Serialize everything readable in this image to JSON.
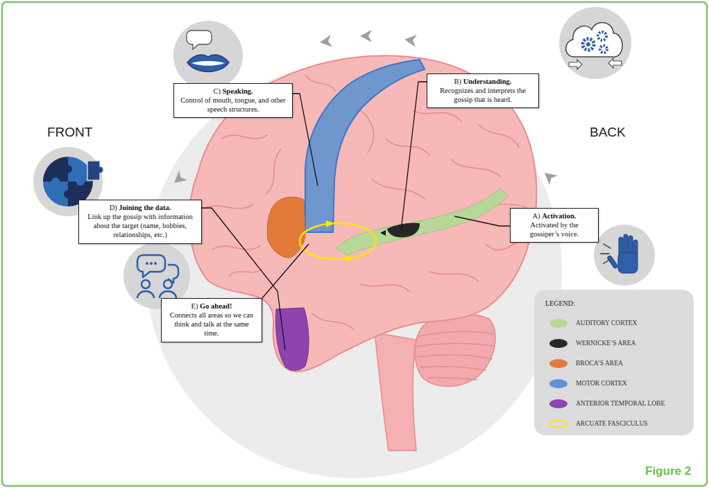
{
  "diagram": {
    "caption": "Figure 2",
    "nodes": [
      {
        "text": [
          "C) Speaking.",
          "Control of mouth, tongue, and other speech structures."
        ]
      },
      {
        "text": [
          "B) Understanding.",
          "Recognizes and interprets the gossip that is heard."
        ]
      },
      {
        "text": [
          "D) Joining the data.",
          "Link up the gossip with information about the target (name, hobbies, relationships, etc.)"
        ]
      },
      {
        "text": [
          "A) Activation.",
          "Activated by the gossiper’s voice."
        ]
      },
      {
        "text": [
          "E) Go ahead!",
          "Connects all areas so we can think and talk at the same time."
        ]
      }
    ],
    "labels": [
      "FRONT",
      "BACK",
      "LEGEND:"
    ],
    "legend": [
      {
        "text": "AUDITORY CORTEX",
        "color": "#b8d89a"
      },
      {
        "text": "WERNICKE’S AREA",
        "color": "#262626"
      },
      {
        "text": "BROCA’S AREA",
        "color": "#e27b3a"
      },
      {
        "text": "MOTOR CORTEX",
        "color": "#5f93d0"
      },
      {
        "text": "ANTERIOR TEMPORAL LOBE",
        "color": "#8e44ad"
      },
      {
        "text": "ARCUATE FASCICULUS"
      }
    ]
  }
}
